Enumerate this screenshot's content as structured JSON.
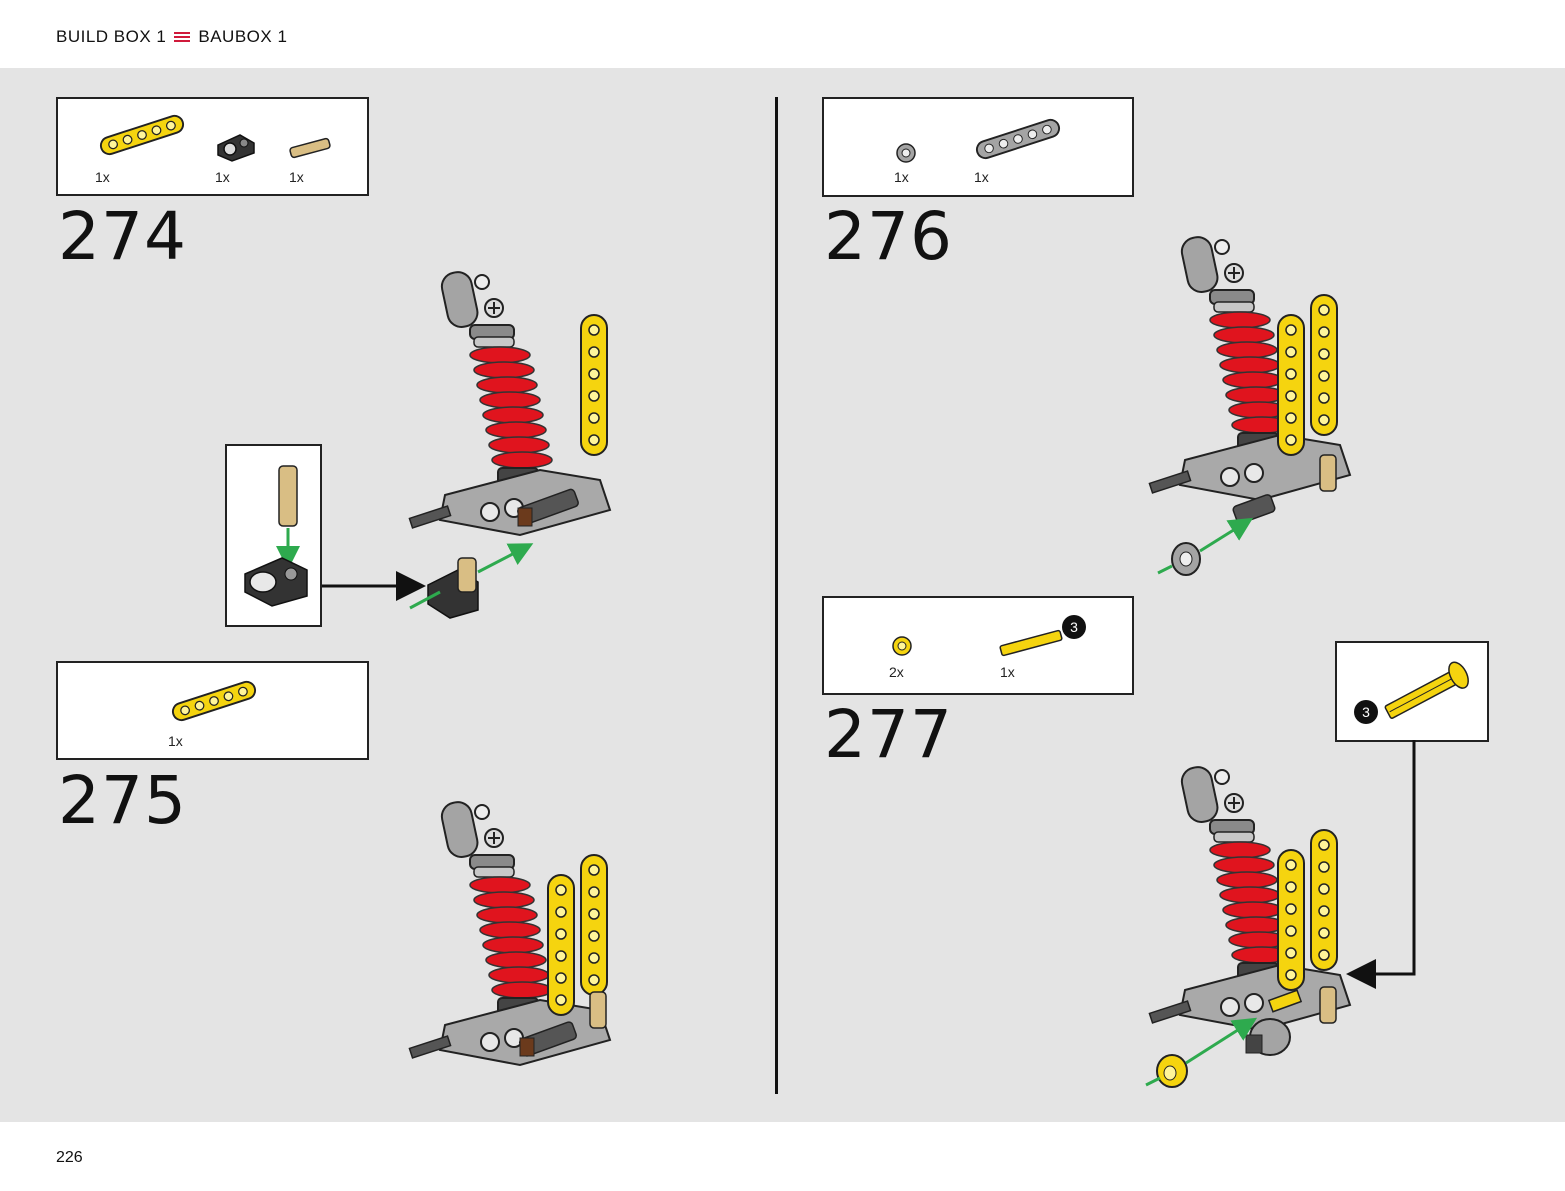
{
  "header": {
    "left": "BUILD BOX 1",
    "right": "BAUBOX 1"
  },
  "footer": {
    "page_number": "226"
  },
  "steps": [
    {
      "number": "274",
      "parts": [
        {
          "qty": "1x"
        },
        {
          "qty": "1x"
        },
        {
          "qty": "1x"
        }
      ]
    },
    {
      "number": "275",
      "parts": [
        {
          "qty": "1x"
        }
      ]
    },
    {
      "number": "276",
      "parts": [
        {
          "qty": "1x"
        },
        {
          "qty": "1x"
        }
      ]
    },
    {
      "number": "277",
      "parts": [
        {
          "qty": "2x"
        },
        {
          "qty": "1x",
          "badge": "3"
        }
      ],
      "callout_badge": "3"
    }
  ],
  "colors": {
    "yellow": "#f5d40f",
    "red": "#e0141e",
    "grey": "#a0a0a0",
    "dark": "#3a3a3a",
    "tan": "#d9be84",
    "arrow_green": "#2eaa4e",
    "accent": "#d01a3b"
  }
}
